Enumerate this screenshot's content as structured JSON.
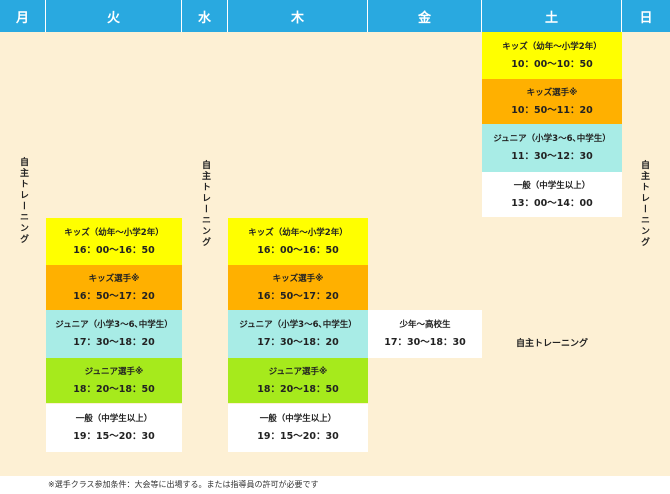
{
  "colors": {
    "header_bg": "#29a9e0",
    "kids": "#ffff00",
    "kids_select": "#ffb000",
    "junior": "#a8ece6",
    "junior_select": "#a6ea1c",
    "general": "#ffffff",
    "background": "#fdf0d4"
  },
  "days": [
    "月",
    "火",
    "水",
    "木",
    "金",
    "土",
    "日"
  ],
  "self_training": "自主トレーニング",
  "tuesday": [
    {
      "name": "キッズ（幼年～小学2年）",
      "time": "16：00～16：50"
    },
    {
      "name": "キッズ選手※",
      "time": "16：50～17：20"
    },
    {
      "name": "ジュニア（小学3～6､中学生）",
      "time": "17：30～18：20"
    },
    {
      "name": "ジュニア選手※",
      "time": "18：20～18：50"
    },
    {
      "name": "一般（中学生以上）",
      "time": "19：15～20：30"
    }
  ],
  "thursday": [
    {
      "name": "キッズ（幼年～小学2年）",
      "time": "16：00～16：50"
    },
    {
      "name": "キッズ選手※",
      "time": "16：50～17：20"
    },
    {
      "name": "ジュニア（小学3～6､中学生）",
      "time": "17：30～18：20"
    },
    {
      "name": "ジュニア選手※",
      "time": "18：20～18：50"
    },
    {
      "name": "一般（中学生以上）",
      "time": "19：15～20：30"
    }
  ],
  "friday": [
    {
      "name": "少年～高校生",
      "time": "17：30～18：30"
    }
  ],
  "saturday": [
    {
      "name": "キッズ（幼年～小学2年）",
      "time": "10：00～10：50"
    },
    {
      "name": "キッズ選手※",
      "time": "10：50～11：20"
    },
    {
      "name": "ジュニア（小学3～6､中学生）",
      "time": "11：30～12：30"
    },
    {
      "name": "一般（中学生以上）",
      "time": "13：00～14：00"
    }
  ],
  "saturday_self_training": "自主トレーニング",
  "footnote": "※選手クラス参加条件：大会等に出場する。または指導員の許可が必要です"
}
